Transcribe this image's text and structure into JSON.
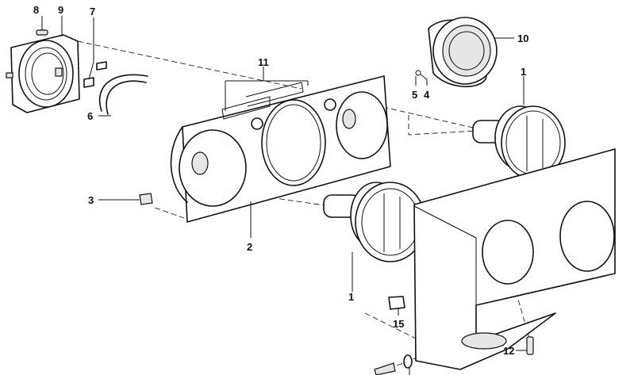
{
  "diagram": {
    "title": "Instrument cluster ventilation parts diagram",
    "callouts": [
      {
        "id": "8",
        "text": "8"
      },
      {
        "id": "9",
        "text": "9"
      },
      {
        "id": "7",
        "text": "7"
      },
      {
        "id": "11",
        "text": "11"
      },
      {
        "id": "10",
        "text": "10"
      },
      {
        "id": "1a",
        "text": "1"
      },
      {
        "id": "5",
        "text": "5"
      },
      {
        "id": "4",
        "text": "4"
      },
      {
        "id": "6",
        "text": "6"
      },
      {
        "id": "3",
        "text": "3"
      },
      {
        "id": "2",
        "text": "2"
      },
      {
        "id": "1b",
        "text": "1"
      },
      {
        "id": "15",
        "text": "15"
      },
      {
        "id": "12",
        "text": "12"
      }
    ]
  }
}
